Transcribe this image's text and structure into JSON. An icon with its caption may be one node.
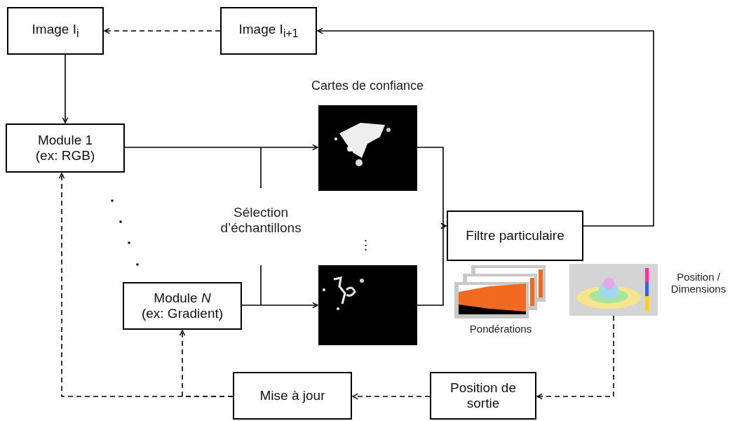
{
  "diagram": {
    "nodes": [
      {
        "text": [
          "Image I$_{i}$"
        ]
      },
      {
        "text": [
          "Image I$_{i+1}$"
        ]
      },
      {
        "text": [
          "Module 1 (ex: RGB)"
        ]
      },
      {
        "text": [
          "Module *N* (ex: Gradient)"
        ]
      },
      {
        "text": [],
        "shape": "picture",
        "beside": [
          "Cartes de confiance"
        ]
      },
      {
        "text": [],
        "shape": "picture"
      },
      {
        "text": [
          "Filtre particulaire"
        ]
      },
      {
        "text": [],
        "shape": "picture",
        "beside": [
          "Pondérations"
        ]
      },
      {
        "text": [],
        "shape": "picture",
        "beside": [
          "Position / Dimensions"
        ]
      },
      {
        "text": [
          "Position de sortie"
        ]
      },
      {
        "text": [
          "Mise à jour"
        ]
      }
    ],
    "edges": [
      {
        "from": 1,
        "to": 0,
        "arrow": "to",
        "style": "dashed"
      },
      {
        "from": 0,
        "to": 2,
        "arrow": "to"
      },
      {
        "from": 2,
        "to": 4,
        "arrow": "to"
      },
      {
        "from": 3,
        "to": 5,
        "arrow": "to"
      },
      {
        "from": 4,
        "to": 6,
        "arrow": "to"
      },
      {
        "from": 5,
        "to": 6,
        "arrow": "to"
      },
      {
        "from": 6,
        "to": 1,
        "arrow": "to"
      },
      {
        "from": 8,
        "to": 9,
        "arrow": "to",
        "style": "dashed"
      },
      {
        "from": 9,
        "to": 10,
        "arrow": "to",
        "style": "dashed"
      },
      {
        "from": 10,
        "to": 2,
        "arrow": "to",
        "style": "dashed"
      },
      {
        "from": 10,
        "to": 3,
        "arrow": "to",
        "style": "dashed"
      }
    ],
    "labels": [
      "Sélection d’échantillons",
      "⋮"
    ]
  }
}
